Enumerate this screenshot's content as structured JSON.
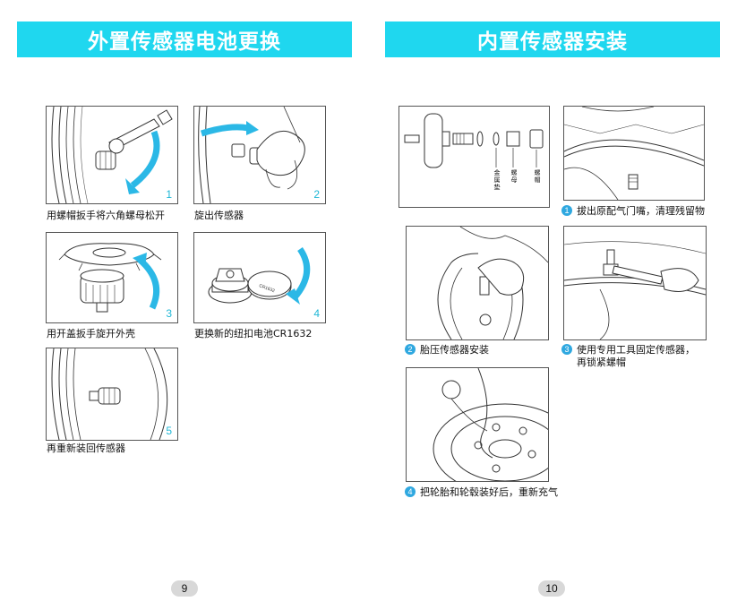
{
  "left": {
    "title": "外置传感器电池更换",
    "steps": [
      {
        "number": "1",
        "caption": "用螺帽扳手将六角螺母松开"
      },
      {
        "number": "2",
        "caption": "旋出传感器"
      },
      {
        "number": "3",
        "caption": "用开盖扳手旋开外壳"
      },
      {
        "number": "4",
        "caption": "更换新的纽扣电池CR1632"
      },
      {
        "number": "5",
        "caption": "再重新装回传感器"
      }
    ],
    "page_number": "9"
  },
  "right": {
    "title": "内置传感器安装",
    "parts_labels": [
      "金属垫",
      "螺母",
      "螺帽"
    ],
    "steps": [
      {
        "number": "1",
        "caption": "拔出原配气门嘴，清理残留物"
      },
      {
        "number": "2",
        "caption": "胎压传感器安装"
      },
      {
        "number": "3",
        "caption_line1": "使用专用工具固定传感器，",
        "caption_line2": "再锁紧螺帽"
      },
      {
        "number": "4",
        "caption": "把轮胎和轮毂装好后，重新充气"
      }
    ],
    "page_number": "10"
  },
  "colors": {
    "banner": "#1fd7ef",
    "accent_arrow": "#2bb8e6",
    "badge": "#2fa8e0",
    "page_number_bg": "#d8d8d8"
  }
}
